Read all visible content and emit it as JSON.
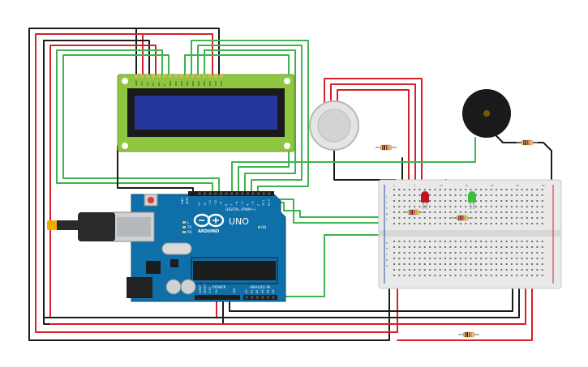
{
  "arduino": {
    "logo": "ARDUINO",
    "model": "UNO",
    "digital_label": "DIGITAL (PWM~)",
    "power_label": "POWER",
    "analog_label": "ANALOG IN",
    "on_label": "ON",
    "tx_label": "TX",
    "rx_label": "RX",
    "l_label": "L",
    "aref_label": "AREF",
    "gnd_label": "GND",
    "ioref_label": "IOREF",
    "reset_label": "RESET",
    "v33_label": "3.3V",
    "v5_label": "5V",
    "vin_label": "VIN",
    "digital_pins": [
      "13",
      "12",
      "~11",
      "~10",
      "~9",
      "8",
      "7",
      "~6",
      "~5",
      "4",
      "~3",
      "2",
      "TX 1",
      "RX 0"
    ],
    "analog_pins": [
      "A0",
      "A1",
      "A2",
      "A3",
      "A4",
      "A5"
    ]
  },
  "lcd": {
    "pins": [
      "GND",
      "VCC",
      "V0",
      "RS",
      "RW",
      "E",
      "DB0",
      "DB1",
      "DB2",
      "DB3",
      "DB4",
      "DB5",
      "DB6",
      "DB7",
      "LED",
      "LED"
    ]
  },
  "breadboard": {
    "column_numbers_left": [
      "1",
      "5",
      "10",
      "15",
      "20",
      "25",
      "30"
    ],
    "row_letters_top": [
      "j",
      "i",
      "h",
      "g",
      "f"
    ],
    "row_letters_bottom": [
      "e",
      "d",
      "c",
      "b",
      "a"
    ]
  },
  "colors": {
    "wire_red": "#d6202a",
    "wire_black": "#1b1b1b",
    "wire_green": "#3fb34f",
    "board_blue": "#0f6fa8",
    "lcd_green": "#8ec63f",
    "lcd_screen": "#25379a"
  }
}
